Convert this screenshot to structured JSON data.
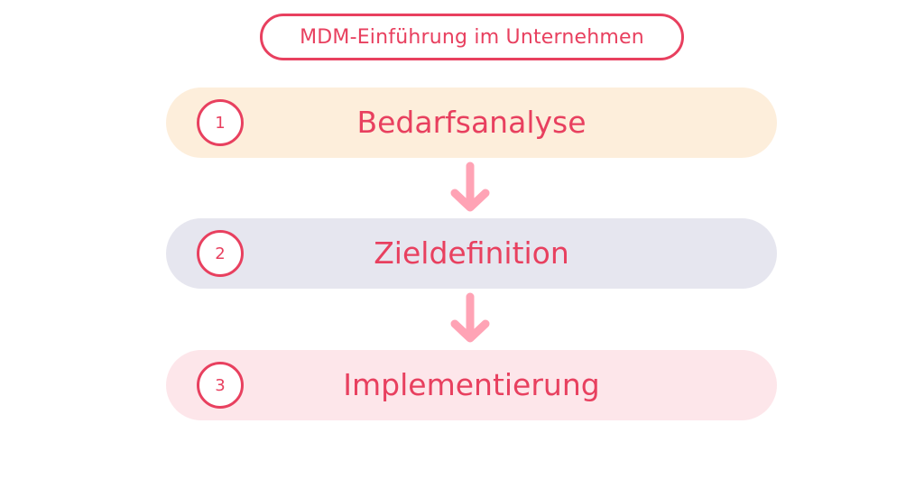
{
  "title": "MDM-Einführung im Unternehmen",
  "colors": {
    "accent": "#e8405f",
    "arrow": "#ffa3b5",
    "step1_bg": "#fdeedb",
    "step2_bg": "#e6e6ef",
    "step3_bg": "#fde6ea"
  },
  "steps": [
    {
      "number": "1",
      "label": "Bedarfsanalyse"
    },
    {
      "number": "2",
      "label": "Zieldefinition"
    },
    {
      "number": "3",
      "label": "Implementierung"
    }
  ],
  "arrows": [
    {
      "icon": "arrow-down-icon"
    },
    {
      "icon": "arrow-down-icon"
    }
  ]
}
